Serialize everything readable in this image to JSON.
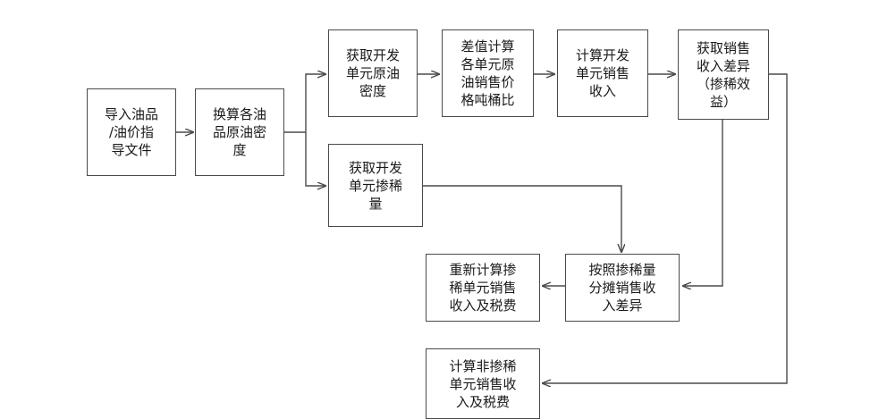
{
  "nodes": {
    "import": "导入油品\n/油价指\n导文件",
    "convert": "换算各油\n品原油密\n度",
    "density": "获取开发\n单元原油\n密度",
    "diff": "差值计算\n各单元原\n油销售价\n格吨桶比",
    "revenue": "计算开发\n单元销售\n收入",
    "gap": "获取销售\n收入差异\n（掺稀效\n益）",
    "dilution": "获取开发\n单元掺稀\n量",
    "allocate": "按照掺稀量\n分摊销售收\n入差异",
    "recalc": "重新计算掺\n稀单元销售\n收入及税费",
    "nondilute": "计算非掺稀\n单元销售收\n入及税费"
  }
}
